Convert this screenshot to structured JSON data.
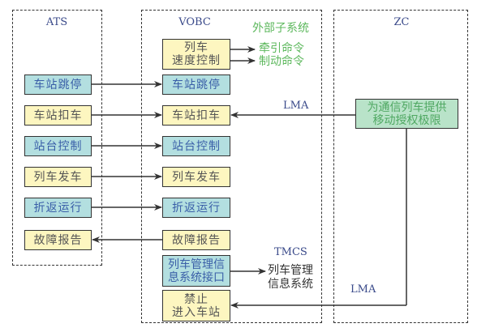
{
  "panels": {
    "ats": {
      "title": "ATS"
    },
    "vobc": {
      "title": "VOBC"
    },
    "zc": {
      "title": "ZC"
    }
  },
  "ats_boxes": [
    {
      "label": "车站跳停",
      "color": "blue"
    },
    {
      "label": "车站扣车",
      "color": "yellow"
    },
    {
      "label": "站台控制",
      "color": "blue"
    },
    {
      "label": "列车发车",
      "color": "yellow"
    },
    {
      "label": "折返运行",
      "color": "blue"
    },
    {
      "label": "故障报告",
      "color": "yellow"
    }
  ],
  "vobc_boxes": {
    "speed_control": {
      "line1": "列车",
      "line2": "速度控制"
    },
    "items": [
      {
        "label": "车站跳停"
      },
      {
        "label": "车站扣车"
      },
      {
        "label": "站台控制"
      },
      {
        "label": "列车发车"
      },
      {
        "label": "折返运行"
      },
      {
        "label": "故障报告"
      }
    ],
    "tmcs_interface": {
      "line1": "列车管理信",
      "line2": "息系统接口"
    },
    "no_entry": {
      "line1": "禁止",
      "line2": "进入车站"
    }
  },
  "external": {
    "title": "外部子系统",
    "traction": "牵引命令",
    "braking": "制动命令"
  },
  "tmcs": {
    "title": "TMCS",
    "line1": "列车管理",
    "line2": "信息系统"
  },
  "zc_box": {
    "line1": "为通信列车提供",
    "line2": "移动授权极限"
  },
  "labels": {
    "lma_top": "LMA",
    "lma_bottom": "LMA"
  },
  "colors": {
    "blue_fill": "#b3dfe0",
    "yellow_fill": "#fdf6c0",
    "green_fill": "#b9e3c9",
    "green_text": "#5db85d",
    "title_text": "#3a4a8a"
  }
}
